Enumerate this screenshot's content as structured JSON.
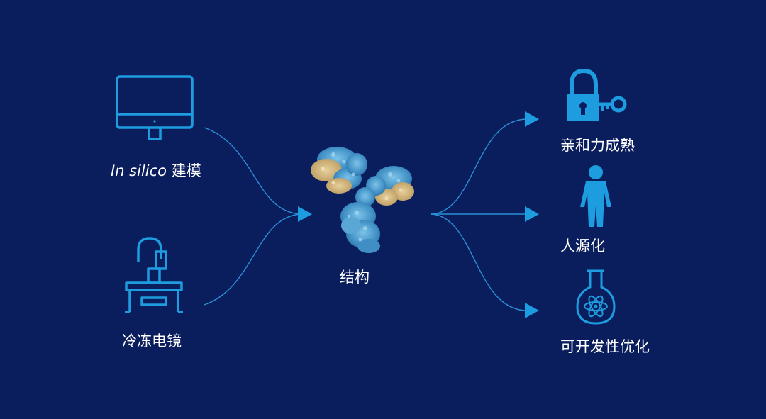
{
  "inputs": [
    {
      "label_italic": "In silico",
      "label_rest": " 建模",
      "icon": "monitor-icon"
    },
    {
      "label": "冷冻电镜",
      "icon": "cryo-em-microscope-icon"
    }
  ],
  "center": {
    "label": "结构",
    "image": "antibody-structure"
  },
  "outputs": [
    {
      "label": "亲和力成熟",
      "icon": "lock-and-key-icon"
    },
    {
      "label": "人源化",
      "icon": "person-icon"
    },
    {
      "label": "可开发性优化",
      "icon": "flask-atom-icon"
    }
  ],
  "colors": {
    "background": "#0a1d5c",
    "accent": "#1e9ce0",
    "text": "#ffffff"
  }
}
